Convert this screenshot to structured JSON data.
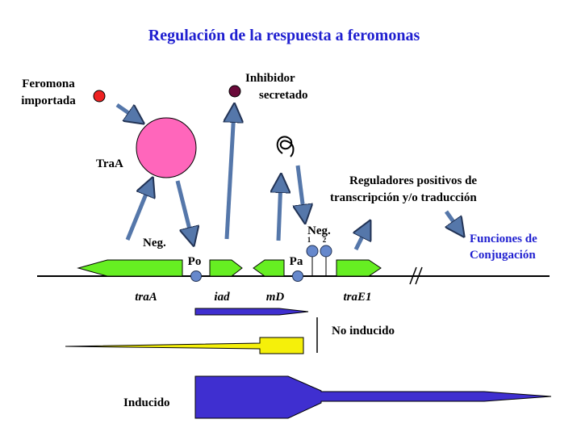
{
  "title": "Regulación de la respuesta a feromonas",
  "labels": {
    "pheromone_line1": "Feromona",
    "pheromone_line2": "importada",
    "inhibitor_line1": "Inhibidor",
    "inhibitor_line2": "secretado",
    "traA_protein": "TraA",
    "neg_left": "Neg.",
    "neg_right": "Neg.",
    "neg_site1": "1",
    "neg_site2": "2",
    "promoter_po": "Po",
    "promoter_pa": "Pa",
    "regulators_line1": "Reguladores positivos de",
    "regulators_line2": "transcripción y/o traducción",
    "functions_line1": "Funciones de",
    "functions_line2": "Conjugación"
  },
  "genes": [
    "traA",
    "iad",
    "mD",
    "traE1"
  ],
  "transcripts": {
    "not_induced": "No inducido",
    "induced": "Inducido"
  },
  "colors": {
    "title": "#1f1fd0",
    "functions_text": "#1f1fd0",
    "gene_fill": "#66ee22",
    "traA_protein": "#ff66bb",
    "pheromone": "#ee2222",
    "inhibitor": "#6a0a3a",
    "promoter_site": "#6688cc",
    "arrow": "#5577aa",
    "transcript_blue": "#3f2fd0",
    "transcript_yellow": "#f5f00a"
  }
}
